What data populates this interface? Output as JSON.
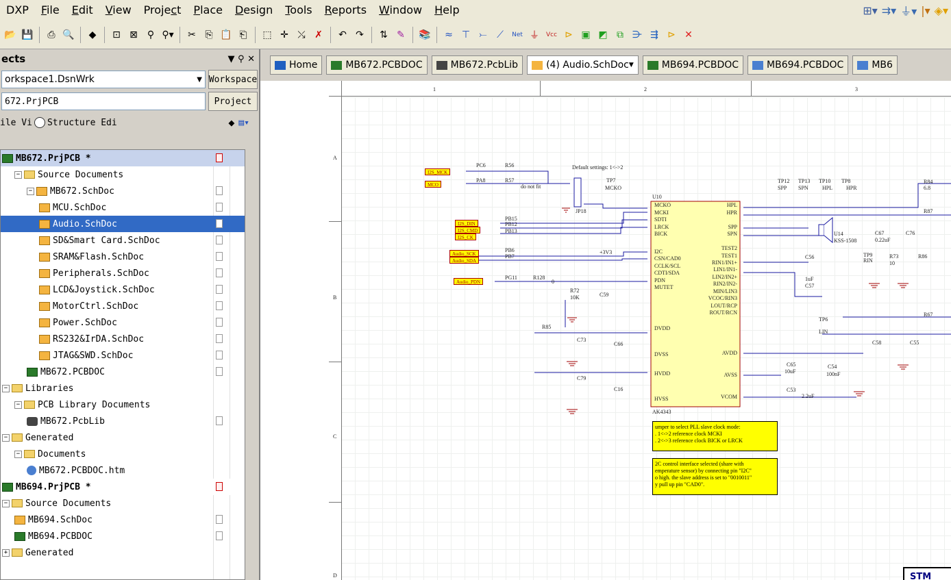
{
  "menubar": {
    "items": [
      {
        "label": "DXP",
        "key": ""
      },
      {
        "label": "File",
        "key": "F"
      },
      {
        "label": "Edit",
        "key": "E"
      },
      {
        "label": "View",
        "key": "V"
      },
      {
        "label": "Project",
        "key": "c"
      },
      {
        "label": "Place",
        "key": "P"
      },
      {
        "label": "Design",
        "key": "D"
      },
      {
        "label": "Tools",
        "key": "T"
      },
      {
        "label": "Reports",
        "key": "R"
      },
      {
        "label": "Window",
        "key": "W"
      },
      {
        "label": "Help",
        "key": "H"
      }
    ]
  },
  "panel": {
    "title": "ects",
    "workspace_value": "orkspace1.DsnWrk",
    "workspace_button": "Workspace",
    "project_value": "672.PrjPCB",
    "project_button": "Project",
    "radio_file_view": "ile Vi",
    "radio_structure": "Structure Edi"
  },
  "tree": [
    {
      "label": "MB672.PrjPCB *",
      "indent": 0,
      "icon": "pcb-project",
      "type": "proj",
      "mod": true
    },
    {
      "label": "Source Documents",
      "indent": 1,
      "icon": "folder",
      "expander": "−"
    },
    {
      "label": "MB672.SchDoc",
      "indent": 2,
      "icon": "sch",
      "expander": "−",
      "status": true
    },
    {
      "label": "MCU.SchDoc",
      "indent": 3,
      "icon": "sch",
      "status": true
    },
    {
      "label": "Audio.SchDoc",
      "indent": 3,
      "icon": "sch",
      "type": "sel",
      "status": true
    },
    {
      "label": "SD&Smart Card.SchDoc",
      "indent": 3,
      "icon": "sch",
      "status": true
    },
    {
      "label": "SRAM&Flash.SchDoc",
      "indent": 3,
      "icon": "sch",
      "status": true
    },
    {
      "label": "Peripherals.SchDoc",
      "indent": 3,
      "icon": "sch",
      "status": true
    },
    {
      "label": "LCD&Joystick.SchDoc",
      "indent": 3,
      "icon": "sch",
      "status": true
    },
    {
      "label": "MotorCtrl.SchDoc",
      "indent": 3,
      "icon": "sch",
      "status": true
    },
    {
      "label": "Power.SchDoc",
      "indent": 3,
      "icon": "sch",
      "status": true
    },
    {
      "label": "RS232&IrDA.SchDoc",
      "indent": 3,
      "icon": "sch",
      "status": true
    },
    {
      "label": "JTAG&SWD.SchDoc",
      "indent": 3,
      "icon": "sch",
      "status": true
    },
    {
      "label": "MB672.PCBDOC",
      "indent": 2,
      "icon": "pcb",
      "status": true
    },
    {
      "label": "Libraries",
      "indent": 0,
      "icon": "folder",
      "expander": "−"
    },
    {
      "label": "PCB Library Documents",
      "indent": 1,
      "icon": "folder",
      "expander": "−"
    },
    {
      "label": "MB672.PcbLib",
      "indent": 2,
      "icon": "lib",
      "status": true
    },
    {
      "label": "Generated",
      "indent": 0,
      "icon": "folder",
      "expander": "−"
    },
    {
      "label": "Documents",
      "indent": 1,
      "icon": "folder",
      "expander": "−"
    },
    {
      "label": "MB672.PCBDOC.htm",
      "indent": 2,
      "icon": "html"
    },
    {
      "label": "MB694.PrjPCB *",
      "indent": 0,
      "icon": "pcb-project",
      "type": "proj2",
      "mod": true
    },
    {
      "label": "Source Documents",
      "indent": 0,
      "icon": "folder",
      "expander": "−"
    },
    {
      "label": "MB694.SchDoc",
      "indent": 1,
      "icon": "sch",
      "status": true
    },
    {
      "label": "MB694.PCBDOC",
      "indent": 1,
      "icon": "pcb",
      "status": true
    },
    {
      "label": "Generated",
      "indent": 0,
      "icon": "folder",
      "expander": "+"
    }
  ],
  "tabs": [
    {
      "label": "Home",
      "icon": "home"
    },
    {
      "label": "MB672.PCBDOC",
      "icon": "pcb"
    },
    {
      "label": "MB672.PcbLib",
      "icon": "lib"
    },
    {
      "label": "(4) Audio.SchDoc",
      "icon": "sch",
      "active": true,
      "dropdown": true
    },
    {
      "label": "MB694.PCBDOC",
      "icon": "pcb"
    },
    {
      "label": "MB694.PCBDOC",
      "icon": "html"
    },
    {
      "label": "MB6",
      "icon": "html"
    }
  ],
  "schematic": {
    "col_labels": [
      "1",
      "2",
      "3"
    ],
    "row_labels": [
      "A",
      "B",
      "C",
      "D"
    ],
    "default_settings": "Default settings: 1<->2",
    "chip_ref": "U10",
    "chip_name": "AK4343",
    "chip_left_pins": [
      "MCKO",
      "MCKI",
      "SDTI",
      "LRCK",
      "BICK",
      "I2C",
      "CSN/CAD0",
      "CCLK/SCL",
      "CDTI/SDA",
      "PDN",
      "MUTET",
      "DVDD",
      "DVSS",
      "HVDD",
      "HVSS"
    ],
    "chip_right_pins": [
      "HPL",
      "HPR",
      "SPP",
      "SPN",
      "TEST2",
      "TEST1",
      "RIN1/IN1+",
      "LIN1/IN1-",
      "LIN2/IN2+",
      "RIN2/IN2-",
      "MIN/LIN3",
      "VCOC/RIN3",
      "LOUT/RCP",
      "ROUT/RCN",
      "AVDD",
      "AVSS",
      "VCOM"
    ],
    "net_ports": [
      "I2S_MCK",
      "MCO",
      "I2S_DIN",
      "I2S_CMD",
      "I2S_CK",
      "Audio_SCK",
      "Audio_SDA",
      "Audio_PDN"
    ],
    "note1": [
      "umper to select PLL slave clock mode:",
      ". 1<->2 reference clock MCKI",
      ". 2<->3 reference clock BICK or LRCK"
    ],
    "note2": [
      "2C control interface selected (share with",
      "emperature sensor) by connecting pin \"I2C\"",
      "o high. the slave address is set to \"0010011\"",
      "y pull up pin \"CAD0\"."
    ],
    "labels": [
      "PC6",
      "PA8",
      "R56",
      "R57",
      "do not fit",
      "JP18",
      "TP7",
      "MCKO",
      "PB15",
      "PB12",
      "PB13",
      "PB6",
      "PB7",
      "PG11",
      "R128",
      "R72",
      "C59",
      "+3V3",
      "R85",
      "C73",
      "C66",
      "C79",
      "C16",
      "TP12",
      "TP13",
      "TP10",
      "TP8",
      "SPP",
      "SPN",
      "HPL",
      "HPR",
      "U14",
      "KSS-1508",
      "C67",
      "C76",
      "C56",
      "C57",
      "TP9",
      "RIN",
      "R73",
      "R86",
      "TP6",
      "LIN",
      "C58",
      "C55",
      "C65",
      "C54",
      "C53",
      "R84",
      "R87",
      "R67",
      "6.8",
      "0.22uF",
      "1uF",
      "10uF",
      "100nF",
      "2.2uF",
      "10",
      "10K",
      "0",
      "STM"
    ]
  }
}
